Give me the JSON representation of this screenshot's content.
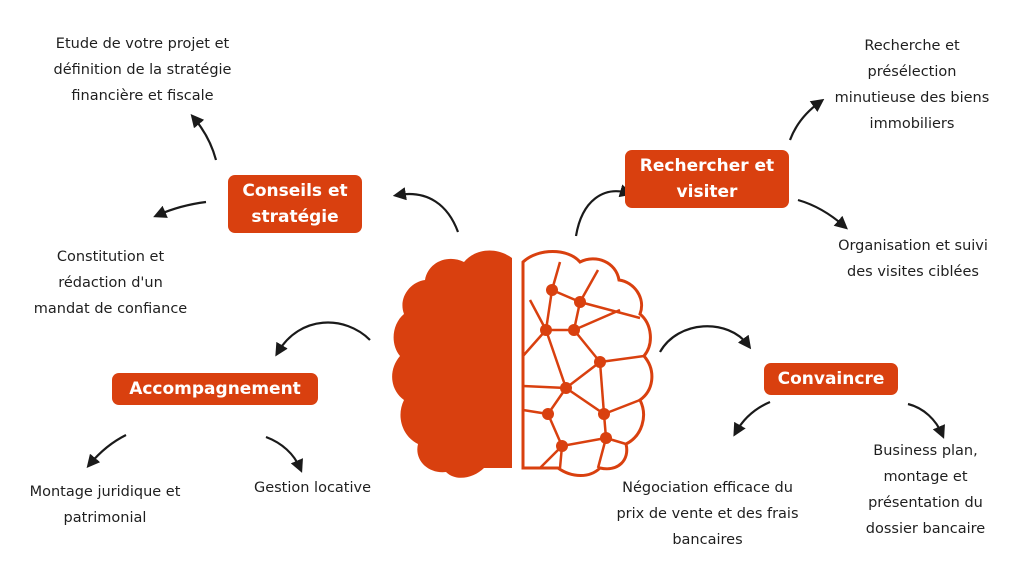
{
  "colors": {
    "accent": "#d9400f",
    "arrow": "#1a1a1a",
    "text": "#1f1f1f",
    "background": "#ffffff"
  },
  "center_icon": "brain-icon",
  "nodes": {
    "conseils": {
      "label": "Conseils et\nstratégie",
      "items": [
        "Etude de votre projet et\ndéfinition de la stratégie\nfinancière et fiscale",
        "Constitution et\nrédaction d'un\nmandat de confiance"
      ]
    },
    "accompagnement": {
      "label": "Accompagnement",
      "items": [
        "Montage juridique et\npatrimonial",
        "Gestion locative"
      ]
    },
    "rechercher": {
      "label": "Rechercher et\nvisiter",
      "items": [
        "Recherche et\nprésélection\nminutieuse des biens\nimmobiliers",
        "Organisation et suivi\ndes visites ciblées"
      ]
    },
    "convaincre": {
      "label": "Convaincre",
      "items": [
        "Négociation efficace du\nprix de vente et des frais\nbancaires",
        "Business plan,\nmontage et\nprésentation du\ndossier bancaire"
      ]
    }
  }
}
